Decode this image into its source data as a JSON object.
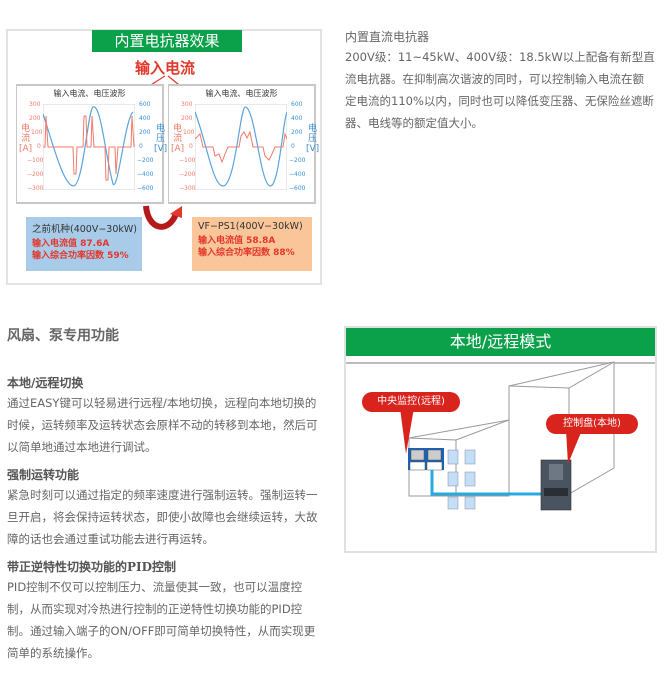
{
  "figure_reactor": {
    "title": "内置电抗器效果",
    "subtitle": "输入电流",
    "left_panel": {
      "title": "输入电流、电压波形",
      "left_axis_label": [
        "电",
        "流",
        "[A]"
      ],
      "right_axis_label": [
        "电",
        "压",
        "[V]"
      ],
      "left_ticks": [
        "300",
        "200",
        "100",
        "0",
        "−100",
        "−200",
        "−300"
      ],
      "right_ticks": [
        "600",
        "400",
        "200",
        "0",
        "−200",
        "−400",
        "−600"
      ]
    },
    "right_panel": {
      "title": "输入电流、电压波形",
      "left_axis_label": [
        "电",
        "流",
        "[A]"
      ],
      "right_axis_label": [
        "电",
        "压",
        "[V]"
      ],
      "left_ticks": [
        "300",
        "200",
        "100",
        "0",
        "−100",
        "−200",
        "−300"
      ],
      "right_ticks": [
        "600",
        "400",
        "200",
        "0",
        "−200",
        "−400",
        "−600"
      ]
    },
    "before_box": {
      "heading": "之前机种(400V−30kW)",
      "line1": "输入电流值  87.6A",
      "line2": "输入综合功率因数  59%"
    },
    "after_box": {
      "heading": "VF−PS1(400V−30kW)",
      "line1": "输入电流值  58.8A",
      "line2": "输入综合功率因数  88%"
    },
    "colors": {
      "green": "#0ba14a",
      "red": "#e2372a",
      "blue_box": "#a8cbea",
      "orange_box": "#fbc59a"
    }
  },
  "description": {
    "title": "内置直流电抗器",
    "body": "200V级：11~45kW、400V级：18.5kW以上配备有新型直流电抗器。在抑制高次谐波的同时，可以控制输入电流在额定电流的110%以内，同时也可以降低变压器、无保险丝遮断器、电线等的额定值大小。"
  },
  "fan_pump": {
    "title": "风扇、泵专用功能",
    "sections": [
      {
        "heading": "本地/远程切换",
        "body": "通过EASY键可以轻易进行远程/本地切换，远程向本地切换的时候，运转频率及运转状态会原样不动的转移到本地，然后可以简单地通过本地进行调试。"
      },
      {
        "heading": "强制运转功能",
        "body": "紧急时刻可以通过指定的频率速度进行强制运转。强制运转一旦开启，将会保持运转状态，即使小故障也会继续运转，大故障的话也会通过重试功能去进行再运转。"
      },
      {
        "heading": "带正逆特性切换功能的PID控制",
        "body": "PID控制不仅可以控制压力、流量使其一致，也可以温度控制，从而实现对冷热进行控制的正逆特性切换功能的PID控制。通过输入端子的ON/OFF即可简单切换特性，从而实现更简单的系统操作。"
      }
    ]
  },
  "figure_mode": {
    "title": "本地/远程模式",
    "callout_remote": "中央监控(远程)",
    "callout_local": "控制盘(本地)"
  }
}
